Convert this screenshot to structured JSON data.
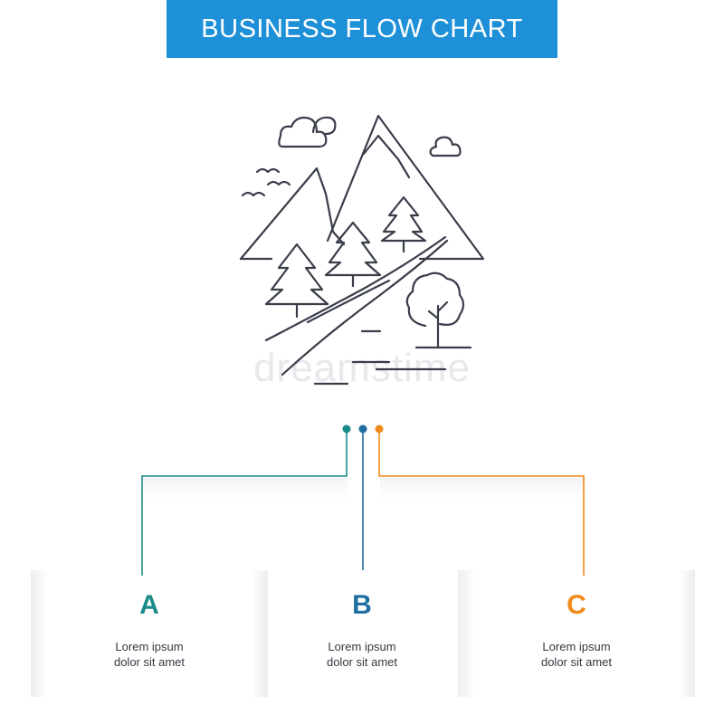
{
  "title": "BUSINESS FLOW CHART",
  "watermark": "dreamstime",
  "colors": {
    "title_bar": "#1e90d8",
    "line_art": "#3a3d4a",
    "branch_a": "#1b8a8a",
    "branch_b": "#1e6fa0",
    "branch_c": "#f08a1c"
  },
  "illustration_icon": "mountain-landscape-icon",
  "cards": [
    {
      "letter": "A",
      "line1": "Lorem ipsum",
      "line2": "dolor sit amet"
    },
    {
      "letter": "B",
      "line1": "Lorem ipsum",
      "line2": "dolor sit amet"
    },
    {
      "letter": "C",
      "line1": "Lorem ipsum",
      "line2": "dolor sit amet"
    }
  ]
}
